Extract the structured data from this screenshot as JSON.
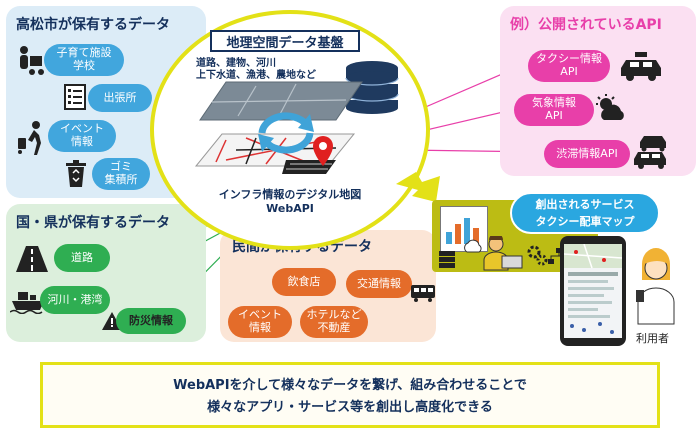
{
  "colors": {
    "city_panel": "#dcecf7",
    "pref_panel": "#dcefdc",
    "private_panel": "#fbe5d6",
    "api_panel": "#fbe0f2",
    "accent_yellow": "#e3e117",
    "navy": "#14305c"
  },
  "city": {
    "title": "高松市が保有するデータ",
    "items": [
      {
        "label": "子育て施設\n学校",
        "icon": "stroller-icon"
      },
      {
        "label": "出張所",
        "icon": "document-icon"
      },
      {
        "label": "イベント\n情報",
        "icon": "traveler-icon"
      },
      {
        "label": "ゴミ\n集積所",
        "icon": "recycle-bin-icon"
      }
    ]
  },
  "pref": {
    "title": "国・県が保有するデータ",
    "items": [
      {
        "label": "道路",
        "icon": "road-icon"
      },
      {
        "label": "河川・港湾",
        "icon": "ship-icon"
      },
      {
        "label": "防災情報",
        "icon": "warning-icon"
      }
    ]
  },
  "platform": {
    "title": "地理空間データ基盤",
    "layers_text": "道路、建物、河川\n上下水道、漁港、農地など",
    "caption1": "インフラ情報のデジタル地図",
    "caption2": "WebAPI"
  },
  "private": {
    "title": "民間が保有するデータ",
    "items": [
      {
        "label": "飲食店"
      },
      {
        "label": "交通情報",
        "icon": "train-icon"
      },
      {
        "label": "イベント\n情報"
      },
      {
        "label": "ホテルなど\n不動産"
      }
    ]
  },
  "apis": {
    "title": "例）公開されているAPI",
    "items": [
      {
        "label": "タクシー情報\nAPI",
        "icon": "taxi-icon"
      },
      {
        "label": "気象情報\nAPI",
        "icon": "weather-icon"
      },
      {
        "label": "渋滞情報API",
        "icon": "traffic-jam-icon"
      }
    ]
  },
  "service": {
    "title": "創出されるサービス",
    "subtitle": "タクシー配車マップ",
    "user_label": "利用者"
  },
  "summary": {
    "line1": "WebAPIを介して様々なデータを繋げ、組み合わせることで",
    "line2": "様々なアプリ・サービス等を創出し高度化できる"
  }
}
